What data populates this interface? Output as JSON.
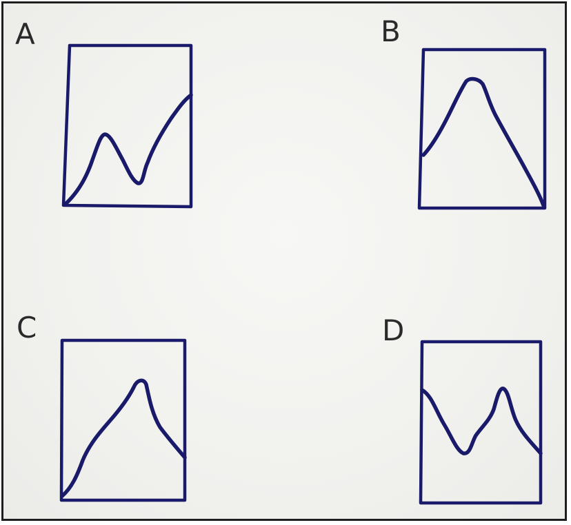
{
  "panels": [
    {
      "id": "a",
      "label": "A"
    },
    {
      "id": "b",
      "label": "B"
    },
    {
      "id": "c",
      "label": "C"
    },
    {
      "id": "d",
      "label": "D"
    }
  ],
  "colors": {
    "ink": "#1a1a6a",
    "paper": "#f1f1ee",
    "border": "#1e1e1e"
  }
}
